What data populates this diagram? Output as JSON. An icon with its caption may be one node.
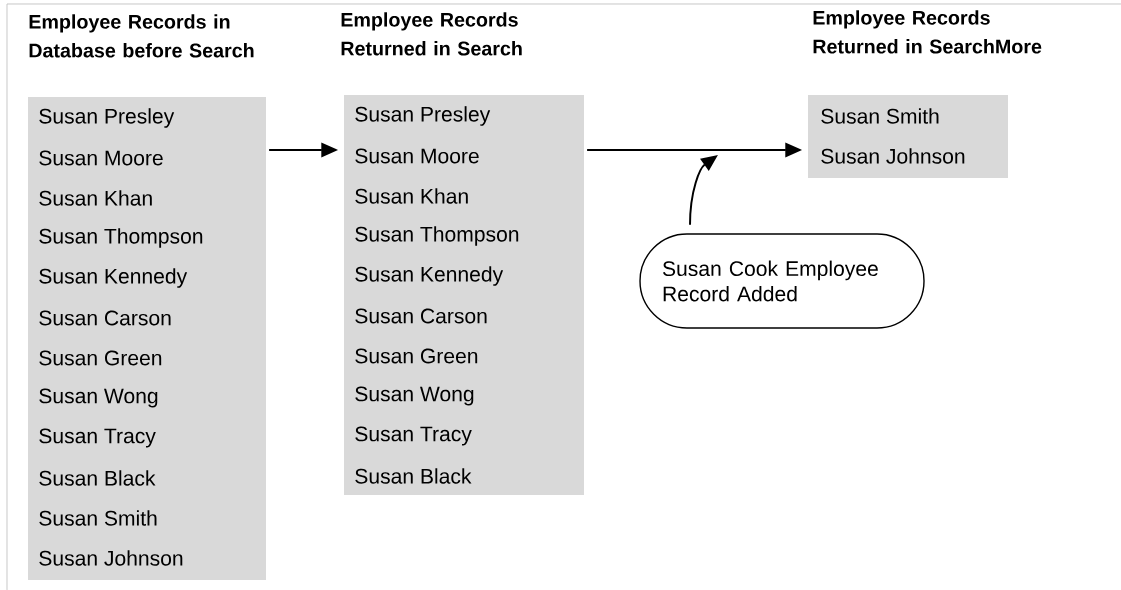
{
  "diagram": {
    "nodes": [
      {
        "text": [
          "Employee Records in Database before Search",
          "Susan Presley",
          "Susan Moore",
          "Susan Khan",
          "Susan Thompson",
          "Susan Kennedy",
          "Susan Carson",
          "Susan Green",
          "Susan Wong",
          "Susan Tracy",
          "Susan Black",
          "Susan Smith",
          "Susan Johnson"
        ]
      },
      {
        "text": [
          "Employee Records Returned in Search",
          "Susan Presley",
          "Susan Moore",
          "Susan Khan",
          "Susan Thompson",
          "Susan Kennedy",
          "Susan Carson",
          "Susan Green",
          "Susan Wong",
          "Susan Tracy",
          "Susan Black"
        ]
      },
      {
        "text": [
          "Employee Records Returned in SearchMore",
          "Susan Smith",
          "Susan Johnson"
        ]
      },
      {
        "text": [
          "Susan Cook Employee Record Added"
        ]
      }
    ],
    "edges": [
      {
        "from": 0,
        "to": 1,
        "arrow": "to"
      },
      {
        "from": 1,
        "to": 2,
        "arrow": "to"
      },
      {
        "from": 3,
        "to": null,
        "arrow": "to"
      }
    ]
  }
}
